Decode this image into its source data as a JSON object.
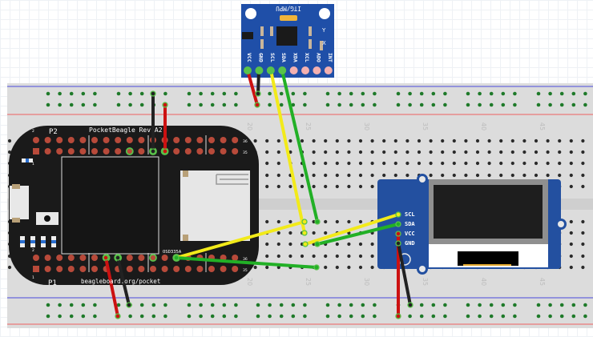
{
  "diagram": {
    "type": "fritzing-breadboard",
    "colors": {
      "breadboard": "#dcdcdc",
      "rail_blue": "#7b7bdc",
      "rail_red": "#e88a8a",
      "rail_hole": "#1f7a2a",
      "hole": "#2a2a2a",
      "pocketbeagle_pcb": "#1a1a1a",
      "pad": "#b84a3a",
      "mpu_pcb": "#1f4fa8",
      "oled_pcb": "#2350a0",
      "wire_red": "#cc1111",
      "wire_black": "#222222",
      "wire_yellow": "#f2ea1a",
      "wire_green": "#22b026",
      "connected_pin": "#59c24a"
    },
    "breadboard": {
      "column_labels": [
        "20",
        "25",
        "30",
        "35",
        "40",
        "45"
      ]
    },
    "pocketbeagle": {
      "title": "PocketBeagle Rev A2",
      "header_top": "P2",
      "header_bottom": "P1",
      "url": "beagleboard.org/pocket",
      "chip_label": "OSD335A",
      "pin_label_36": "36",
      "pin_label_35": "35",
      "pin_label_2": "2",
      "pin_label_1": "1"
    },
    "mpu": {
      "title": "ITG/MPU",
      "pins": [
        "VCC",
        "GND",
        "SCL",
        "SDA",
        "XDA",
        "XCL",
        "ADO",
        "INT"
      ],
      "axis_y": "Y",
      "axis_x": "X"
    },
    "oled": {
      "pins": [
        "SCL",
        "SDA",
        "VCC",
        "GND"
      ]
    },
    "wires": [
      {
        "name": "mpu-vcc",
        "color": "red"
      },
      {
        "name": "mpu-gnd",
        "color": "black"
      },
      {
        "name": "mpu-scl",
        "color": "yellow"
      },
      {
        "name": "mpu-sda",
        "color": "green"
      },
      {
        "name": "beagle-p2-gnd",
        "color": "black"
      },
      {
        "name": "beagle-p2-vcc",
        "color": "red"
      },
      {
        "name": "beagle-p1-vcc",
        "color": "red"
      },
      {
        "name": "beagle-p1-gnd",
        "color": "black"
      },
      {
        "name": "beagle-scl",
        "color": "yellow"
      },
      {
        "name": "beagle-sda",
        "color": "green"
      },
      {
        "name": "oled-scl",
        "color": "yellow"
      },
      {
        "name": "oled-sda",
        "color": "green"
      },
      {
        "name": "oled-vcc",
        "color": "red"
      },
      {
        "name": "oled-gnd",
        "color": "black"
      }
    ]
  }
}
